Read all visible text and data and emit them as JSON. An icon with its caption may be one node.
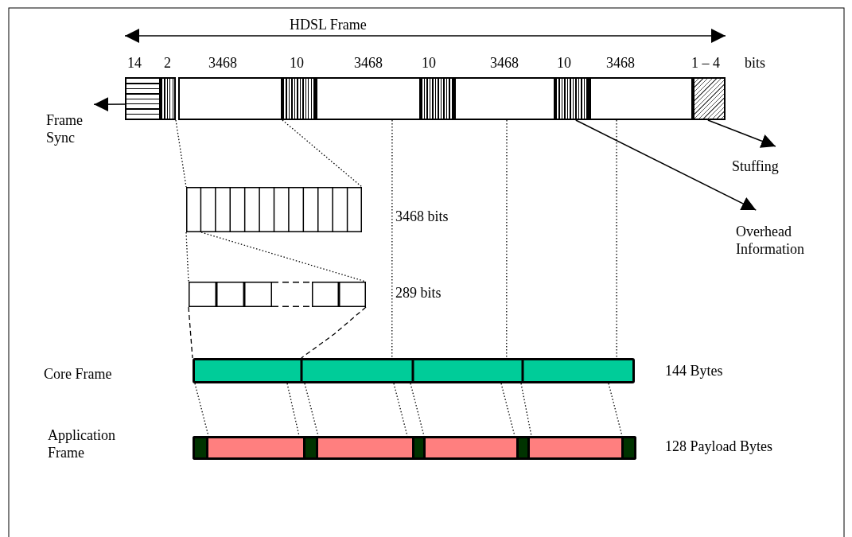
{
  "diagram": {
    "nodes": [
      {
        "text": [],
        "shape": "box",
        "beside": [
          "14"
        ]
      },
      {
        "text": [],
        "shape": "box",
        "beside": [
          "2"
        ]
      },
      {
        "text": [],
        "shape": "box",
        "beside": [
          "3468"
        ]
      },
      {
        "text": [],
        "shape": "box",
        "beside": [
          "10"
        ]
      },
      {
        "text": [],
        "shape": "box",
        "beside": [
          "3468"
        ]
      },
      {
        "text": [],
        "shape": "box",
        "beside": [
          "10"
        ]
      },
      {
        "text": [],
        "shape": "box",
        "beside": [
          "3468"
        ]
      },
      {
        "text": [],
        "shape": "box",
        "beside": [
          "10"
        ]
      },
      {
        "text": [],
        "shape": "box",
        "beside": [
          "3468"
        ]
      },
      {
        "text": [],
        "shape": "box",
        "beside": [
          "1 – 4"
        ]
      },
      {
        "text": [
          "Frame Sync"
        ]
      },
      {
        "text": [
          "Stuffing"
        ]
      },
      {
        "text": [
          "Overhead Information"
        ]
      },
      {
        "text": [],
        "shape": "box",
        "beside": [
          "3468 bits"
        ]
      },
      {
        "text": [],
        "shape": "box",
        "beside": [
          "289 bits"
        ]
      },
      {
        "text": [],
        "shape": "bar",
        "beside": [
          "144 Bytes"
        ]
      },
      {
        "text": [],
        "shape": "bar",
        "beside": [
          "128 Payload Bytes"
        ]
      }
    ],
    "edges": [
      {
        "from": 0,
        "to": 10,
        "arrow": "to"
      },
      {
        "from": 9,
        "to": 11,
        "arrow": "to"
      },
      {
        "from": 7,
        "to": 12,
        "arrow": "to"
      },
      {
        "from": 1,
        "to": 13,
        "arrow": "none",
        "style": "dashed"
      },
      {
        "from": 3,
        "to": 13,
        "arrow": "none",
        "style": "dashed"
      },
      {
        "from": 13,
        "to": 14,
        "arrow": "none",
        "style": "dashed"
      },
      {
        "from": 13,
        "to": 14,
        "arrow": "none",
        "style": "dashed"
      },
      {
        "from": 14,
        "to": 15,
        "arrow": "none",
        "style": "dashed"
      },
      {
        "from": 14,
        "to": 15,
        "arrow": "none",
        "style": "dashed"
      },
      {
        "from": 4,
        "to": 15,
        "arrow": "none",
        "style": "dashed"
      },
      {
        "from": 6,
        "to": 15,
        "arrow": "none",
        "style": "dashed"
      },
      {
        "from": 8,
        "to": 15,
        "arrow": "none",
        "style": "dashed"
      },
      {
        "from": 15,
        "to": 16,
        "arrow": "none",
        "style": "dashed"
      },
      {
        "from": 15,
        "to": 16,
        "arrow": "none",
        "style": "dashed"
      },
      {
        "from": 15,
        "to": 16,
        "arrow": "none",
        "style": "dashed"
      },
      {
        "from": 15,
        "to": 16,
        "arrow": "none",
        "style": "dashed"
      },
      {
        "from": 15,
        "to": 16,
        "arrow": "none",
        "style": "dashed"
      },
      {
        "from": 15,
        "to": 16,
        "arrow": "none",
        "style": "dashed"
      },
      {
        "from": 15,
        "to": 16,
        "arrow": "none",
        "style": "dashed"
      },
      {
        "from": 15,
        "to": 16,
        "arrow": "none",
        "style": "dashed"
      }
    ],
    "labels": [
      "HDSL Frame",
      "bits",
      "Core Frame",
      "Application Frame"
    ]
  }
}
